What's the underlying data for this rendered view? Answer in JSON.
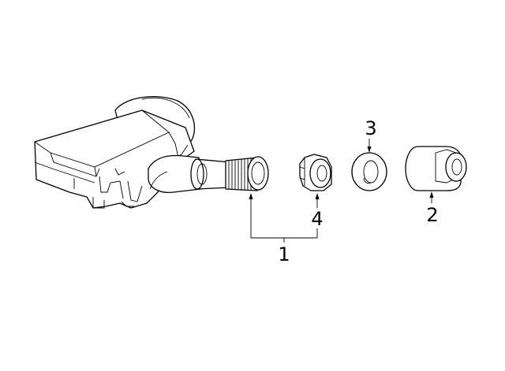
{
  "callouts": {
    "c1": "1",
    "c2": "2",
    "c3": "3",
    "c4": "4"
  },
  "colors": {
    "line": "#000000",
    "background": "#ffffff"
  }
}
